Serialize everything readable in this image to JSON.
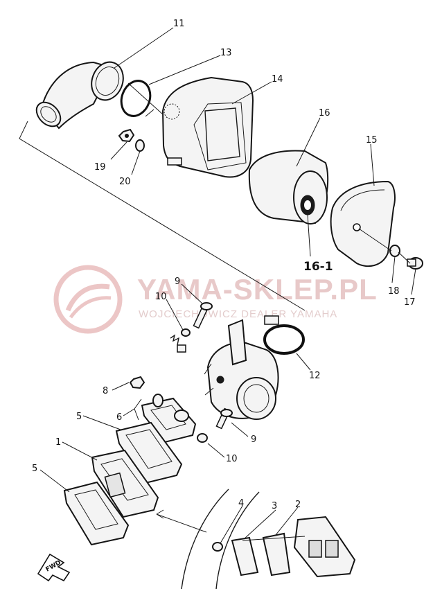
{
  "watermark": {
    "title": "YAMA-SKLEP.PL",
    "subtitle": "WOJCIECHOWICZ DEALER YAMAHA"
  },
  "fwd_label": "FWD",
  "callouts": {
    "c11": "11",
    "c13": "13",
    "c14": "14",
    "c16": "16",
    "c15": "15",
    "c19": "19",
    "c20": "20",
    "c16_1": "16-1",
    "c18": "18",
    "c17": "17",
    "c9_top": "9",
    "c10_top": "10",
    "c12": "12",
    "c8": "8",
    "c6": "6",
    "c5_top": "5",
    "c9_bot": "9",
    "c10_bot": "10",
    "c1": "1",
    "c5_bot": "5",
    "c4": "4",
    "c3": "3",
    "c2": "2"
  },
  "colors": {
    "ink": "#1a1a1a",
    "watermark": "#e8c9c9",
    "background": "#ffffff"
  }
}
